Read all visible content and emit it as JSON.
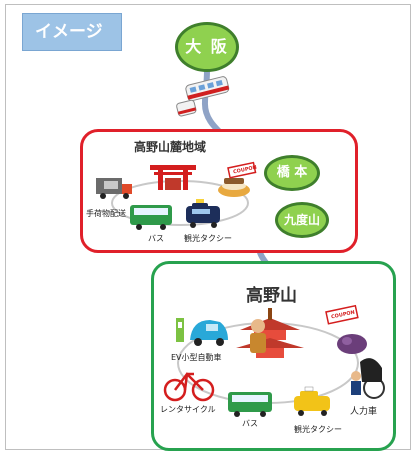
{
  "image_label": "イメージ",
  "stations": {
    "osaka": "大 阪",
    "hashimoto": "橋 本",
    "kudoyama": "九度山"
  },
  "region_fumoto": {
    "title": "高野山麓地域",
    "items": {
      "luggage": "手荷物配送",
      "bus": "バス",
      "taxi": "観光タクシー",
      "coupon": "COUPON"
    }
  },
  "region_koya": {
    "title": "高野山",
    "items": {
      "ev": "EV小型自動車",
      "bicycle": "レンタサイクル",
      "bus": "バス",
      "taxi": "観光タクシー",
      "rickshaw": "人力車",
      "coupon": "COUPON"
    }
  },
  "colors": {
    "route_line": "#8fa3c6",
    "fumoto_border": "#e0202a",
    "koya_border": "#27a24f",
    "station_fill": "#8fd14f",
    "label_box": "#9dc3e6"
  }
}
